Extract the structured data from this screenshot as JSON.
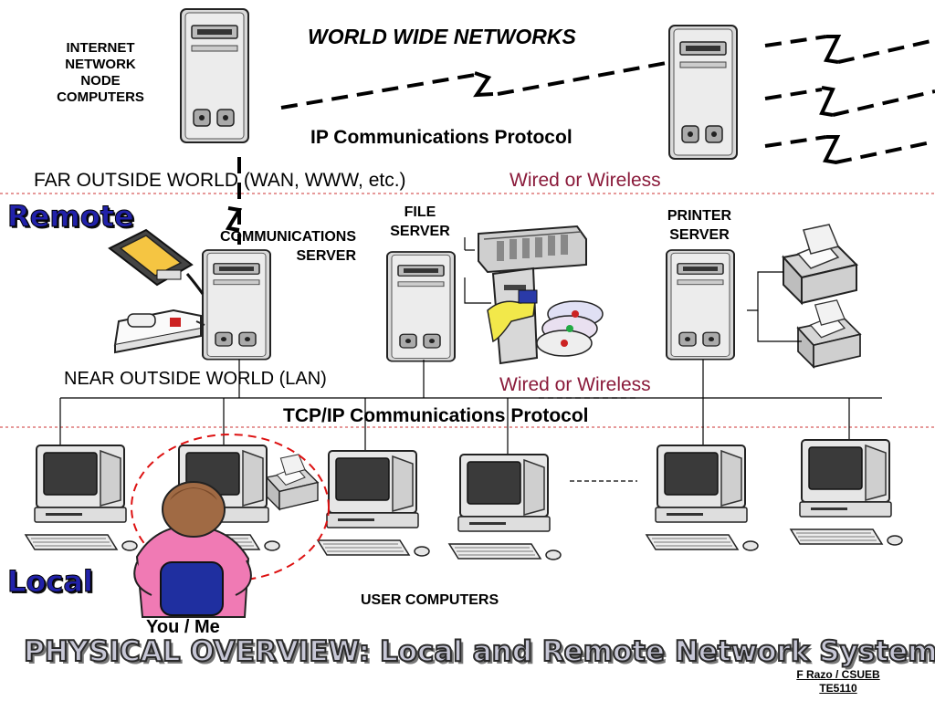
{
  "diagram": {
    "title_world": "WORLD WIDE NETWORKS",
    "internet_nodes": [
      "INTERNET",
      "NETWORK",
      "NODE",
      "COMPUTERS"
    ],
    "ip_protocol": "IP  Communications Protocol",
    "far_outside": "FAR OUTSIDE WORLD (WAN, WWW, etc.)",
    "wired_wireless_top": "Wired or Wireless",
    "remote": "Remote",
    "comm_server": [
      "COMMUNICATIONS",
      "SERVER"
    ],
    "file_server": [
      "FILE",
      "SERVER"
    ],
    "printer_server": [
      "PRINTER",
      "SERVER"
    ],
    "near_outside": "NEAR OUTSIDE  WORLD (LAN)",
    "wired_wireless_bottom": "Wired or Wireless",
    "tcpip_protocol": "TCP/IP  Communications Protocol",
    "local": "Local",
    "user_computers": "USER COMPUTERS",
    "you_me": "You / Me",
    "main_title": "PHYSICAL OVERVIEW: Local and Remote Network Systems",
    "credit": [
      "F Razo / CSUEB",
      "TE5110"
    ]
  },
  "colors": {
    "wordart_blue": "#2222aa",
    "maroon": "#8a1a3a",
    "divider_red": "#cc3333",
    "tower_gray": "#dcdcdc"
  }
}
